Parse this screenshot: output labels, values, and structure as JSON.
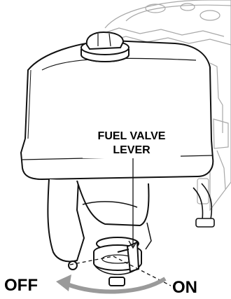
{
  "callout": {
    "line1": "FUEL VALVE",
    "line2": "LEVER"
  },
  "positions": {
    "off": "OFF",
    "on": "ON"
  },
  "colors": {
    "line": "#111111",
    "tank_fill": "#ffffff",
    "engine_ghost": "#9a9a9a",
    "arrow": "#9a9a9a"
  },
  "icons": {
    "rotation_arrow": "curved-arrow-left"
  }
}
